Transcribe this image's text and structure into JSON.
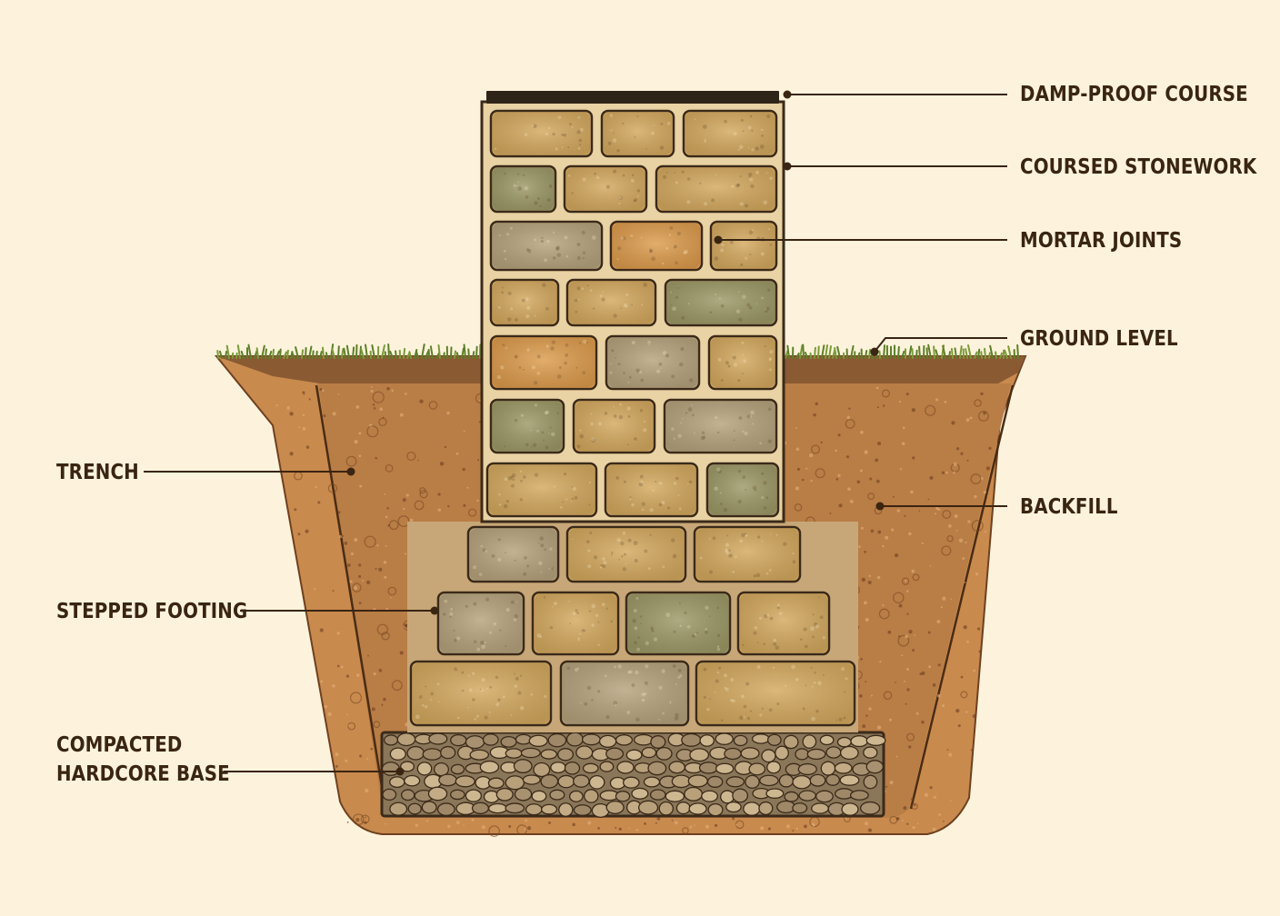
{
  "labels": {
    "damp_proof_course": "DAMP-PROOF COURSE",
    "coursed_stonework": "COURSED STONEWORK",
    "mortar_joints": "MORTAR JOINTS",
    "ground_level": "GROUND LEVEL",
    "trench": "TRENCH",
    "backfill": "BACKFILL",
    "stepped_footing": "STEPPED FOOTING",
    "compacted_hardcore_line1": "COMPACTED",
    "compacted_hardcore_line2": "HARDCORE BASE"
  },
  "colors": {
    "background": "#fdf3dc",
    "label_text": "#3a2412",
    "leader_line": "#3a2412",
    "grass": "#7a9a3a",
    "topsoil": "#8a5a32",
    "backfill_soil": "#b97d46",
    "trench_soil": "#c98a4e",
    "mortar": "#e9d2a3",
    "damp_proof_course": "#2e2418",
    "stone_sandstone": "#d3a85e",
    "stone_ochre": "#dc9b4c",
    "stone_grey": "#b5a27c",
    "stone_green": "#9c9866",
    "hardcore": "#b89f7a"
  },
  "icons": [
    "leader-dot",
    "grass-tuft"
  ]
}
